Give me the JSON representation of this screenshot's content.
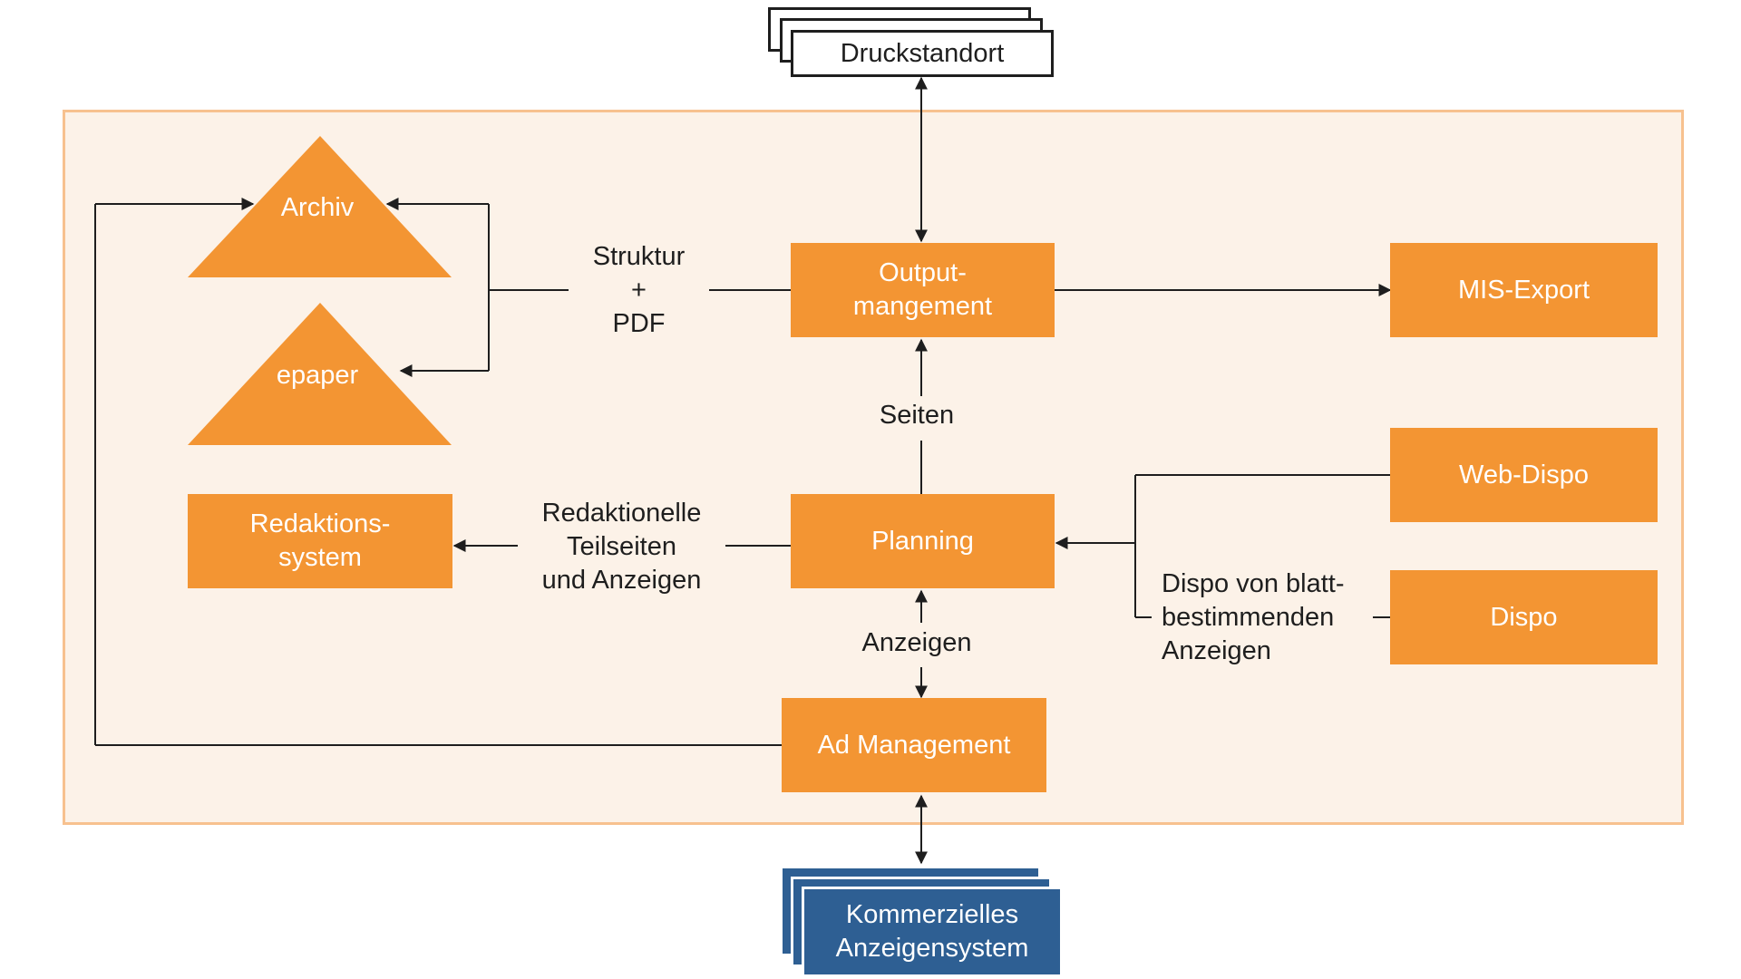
{
  "colors": {
    "box_orange": "#f39533",
    "frame_fill": "#fcf2e8",
    "frame_border": "#f7c18f",
    "blue_system": "#2e5f93",
    "line": "#1e1e1e"
  },
  "external": {
    "print_site": "Druckstandort",
    "commercial_system": "Kommerzielles\nAnzeigensystem"
  },
  "nodes": {
    "archive": "Archiv",
    "epaper": "epaper",
    "editorial_system": "Redaktions-\nsystem",
    "output_management": "Output-\nmangement",
    "mis_export": "MIS-Export",
    "planning": "Planning",
    "web_dispo": "Web-Dispo",
    "dispo": "Dispo",
    "ad_management": "Ad Management"
  },
  "edge_labels": {
    "structure_pdf": "Struktur\n+\nPDF",
    "pages": "Seiten",
    "editorial_pages": "Redaktionelle\nTeilseiten\nund Anzeigen",
    "ads": "Anzeigen",
    "dispo_ads": "Dispo von blatt-\nbestimmenden\nAnzeigen"
  }
}
